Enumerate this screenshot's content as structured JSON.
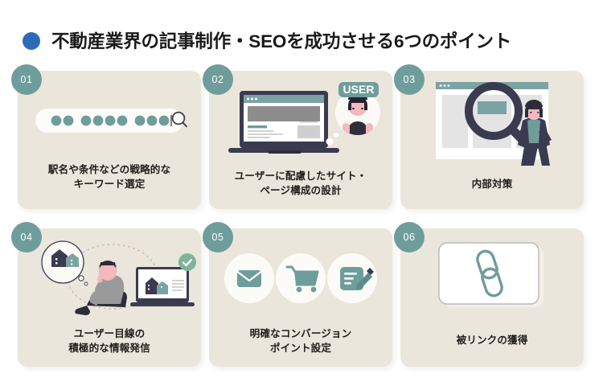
{
  "header": {
    "bullet_color": "#2b6cb8",
    "title": "不動産業界の記事制作・SEOを成功させる6つのポイント"
  },
  "theme": {
    "page_bg": "#ffffff",
    "card_bg": "#eae6db",
    "badge_bg": "#6f9d9b",
    "teal": "#6f9d9b",
    "teal_dark": "#5d8b89",
    "navy": "#3b3b50",
    "text": "#211f1c",
    "white": "#ffffff",
    "gray": "#d9d9d9",
    "green_check": "#7fb39c"
  },
  "cards": [
    {
      "number": "01",
      "art": "search-bar",
      "caption_line1": "駅名や条件などの戦略的な",
      "caption_line2": "キーワード選定",
      "icon_names": [
        "search-bar-graphic",
        "magnifier-icon",
        "keyword-dots"
      ],
      "dot_groups": [
        2,
        4,
        3
      ]
    },
    {
      "number": "02",
      "art": "laptop-user",
      "caption_line1": "ユーザーに配慮したサイト・",
      "caption_line2": "ページ構成の設計",
      "badge_label": "USER",
      "icon_names": [
        "laptop-icon",
        "user-avatar-icon",
        "thought-bubble-icon"
      ]
    },
    {
      "number": "03",
      "art": "browser-magnifier",
      "caption_line1": "内部対策",
      "caption_line2": "",
      "icon_names": [
        "browser-window-icon",
        "magnifier-icon",
        "person-icon"
      ]
    },
    {
      "number": "04",
      "art": "person-house-laptop",
      "caption_line1": "ユーザー目線の",
      "caption_line2": "積極的な情報発信",
      "icon_names": [
        "thought-bubble-house-icon",
        "seated-person-icon",
        "laptop-listing-icon",
        "check-badge-icon"
      ]
    },
    {
      "number": "05",
      "art": "conversion-icons",
      "caption_line1": "明確なコンバージョン",
      "caption_line2": "ポイント設定",
      "icon_names": [
        "envelope-icon",
        "shopping-cart-icon",
        "form-pencil-icon"
      ]
    },
    {
      "number": "06",
      "art": "backlink",
      "caption_line1": "被リンクの獲得",
      "caption_line2": "",
      "icon_names": [
        "chain-link-icon"
      ]
    }
  ]
}
